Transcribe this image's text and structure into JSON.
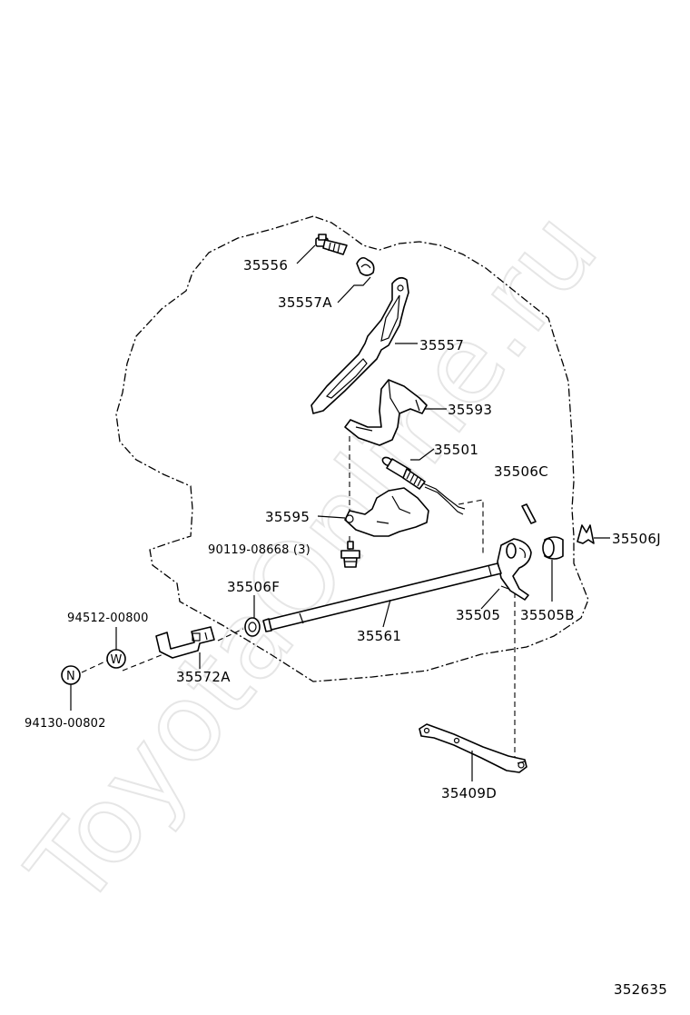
{
  "watermark": "ToyotaOnline.ru",
  "diagram_id": "352635",
  "labels": {
    "p35556": "35556",
    "p35557A": "35557A",
    "p35557": "35557",
    "p35593": "35593",
    "p35501": "35501",
    "p35506C": "35506C",
    "p35595": "35595",
    "p35506J": "35506J",
    "p90119": "90119-08668 (3)",
    "p35506F": "35506F",
    "p94512": "94512-00800",
    "p35561": "35561",
    "p35505": "35505",
    "p35505B": "35505B",
    "p35572A": "35572A",
    "p94130": "94130-00802",
    "p35409D": "35409D"
  },
  "symbols": {
    "washer": "W",
    "nut": "N"
  }
}
